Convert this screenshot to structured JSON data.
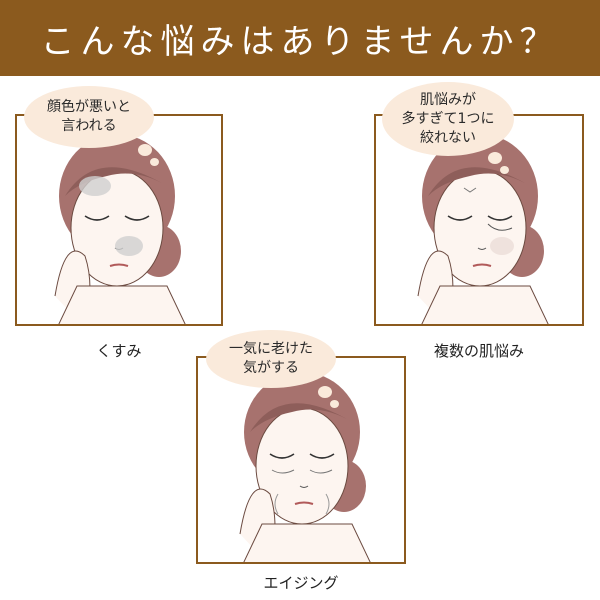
{
  "header": {
    "title": "こんな悩みはありませんか？"
  },
  "panels": [
    {
      "caption": "くすみ",
      "bubble": "顔色が悪いと\n言われる"
    },
    {
      "caption": "複数の肌悩み",
      "bubble": "肌悩みが\n多すぎて1つに\n絞れない"
    },
    {
      "caption": "エイジング",
      "bubble": "一気に老けた\n気がする"
    }
  ],
  "colors": {
    "accent": "#8b5a1e",
    "bubble": "#faeadb",
    "hair": "#a7726e",
    "skin": "#fdf5f0"
  }
}
